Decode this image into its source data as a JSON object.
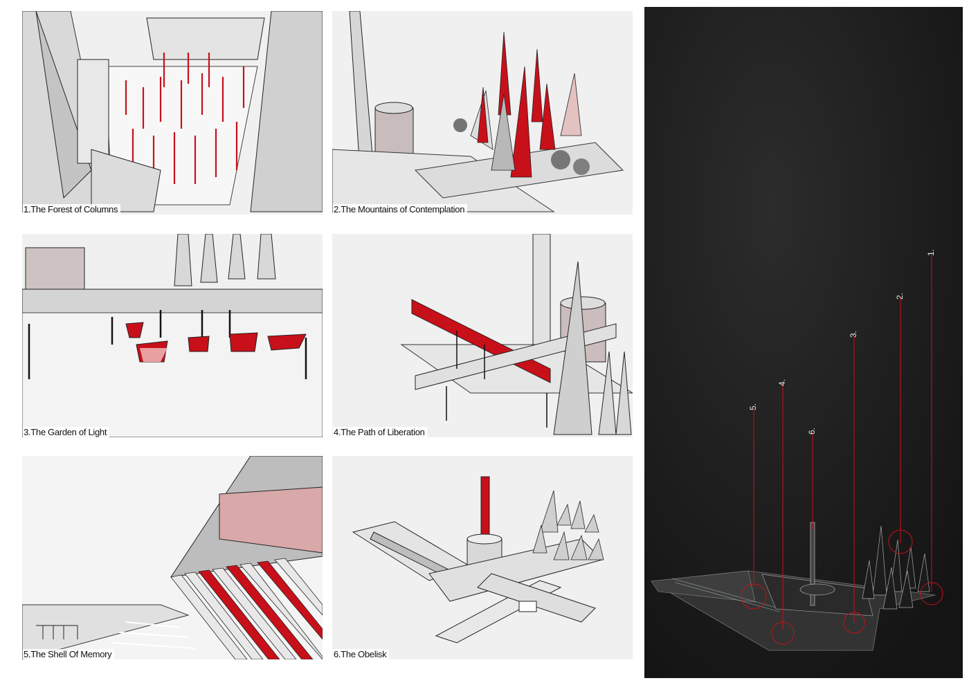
{
  "panels": [
    {
      "caption": "1.The Forest of Columns"
    },
    {
      "caption": "2.The Mountains of Contemplation"
    },
    {
      "caption": "3.The Garden of Light"
    },
    {
      "caption": "4.The Path of Liberation"
    },
    {
      "caption": "5.The Shell Of Memory"
    },
    {
      "caption": "6.The Obelisk"
    }
  ],
  "site_plan": {
    "callouts": [
      "1.",
      "2.",
      "3.",
      "4.",
      "5.",
      "6."
    ],
    "accent_color": "#c8101a",
    "background_color": "#181818"
  }
}
